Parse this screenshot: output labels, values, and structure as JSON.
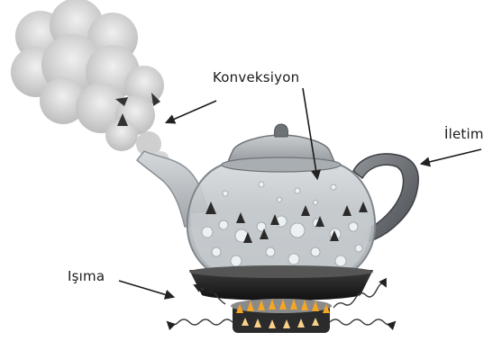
{
  "labels": {
    "convection": "Konveksiyon",
    "conduction": "İletim",
    "radiation": "Işıma"
  },
  "colors": {
    "steam": "#d9d9d9",
    "glass": "#bfc3c7",
    "metal": "#8a8f94",
    "water_bubbles": "#e6e9ec",
    "burner_flame": "#f5a623",
    "arrows": "#222222"
  }
}
